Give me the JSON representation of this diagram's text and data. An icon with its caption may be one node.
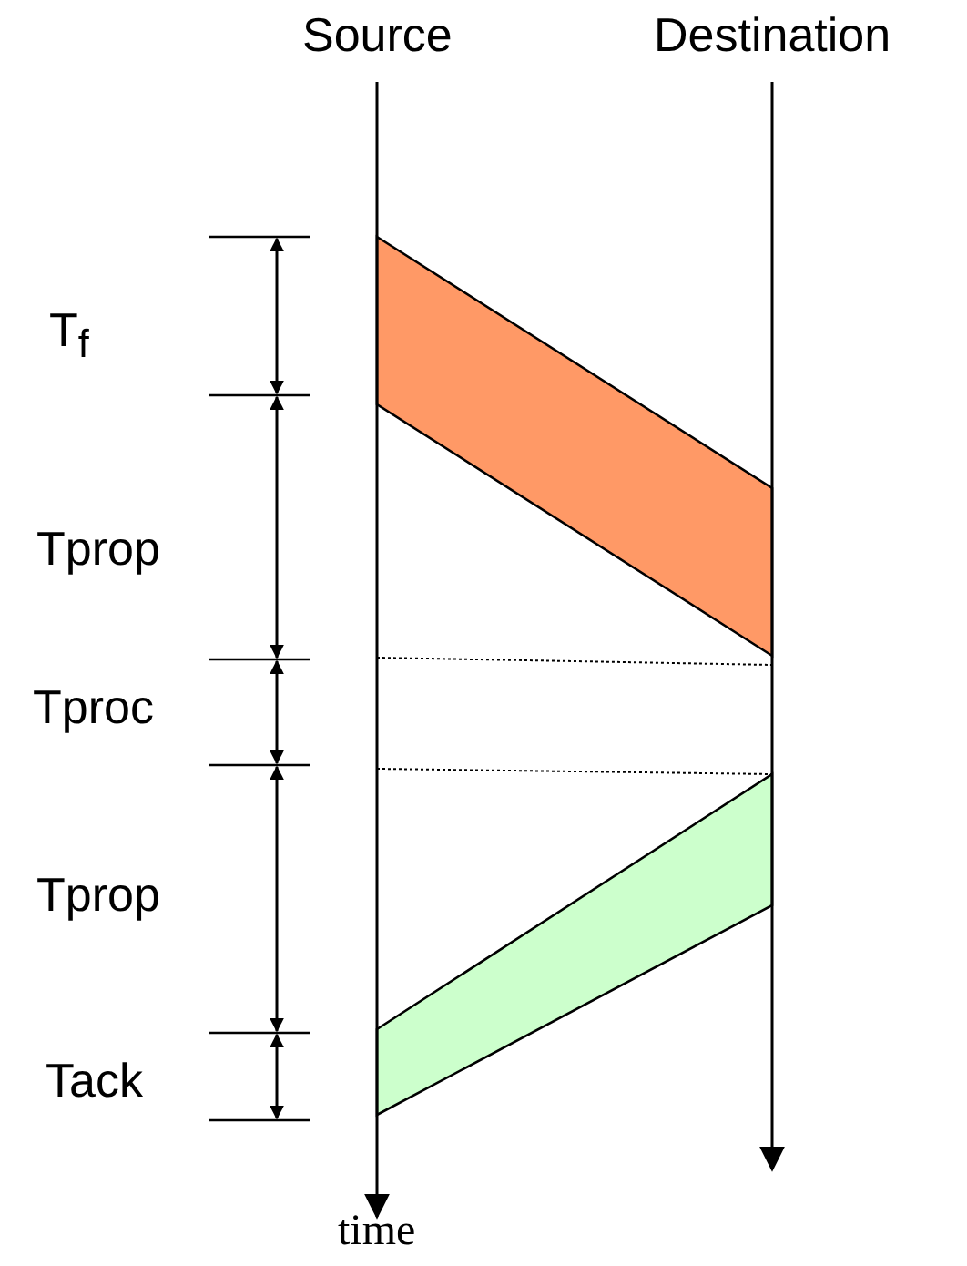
{
  "diagram": {
    "nodes": [
      {
        "text": [],
        "shape": "band"
      },
      {
        "text": [],
        "shape": "band"
      }
    ],
    "labels": [
      "Source",
      "Destination",
      "T$_{f}$",
      "Tprop",
      "Tproc",
      "Tprop",
      "Tack",
      "time"
    ]
  }
}
